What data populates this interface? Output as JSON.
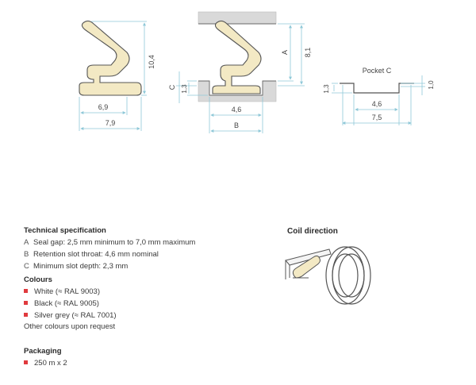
{
  "diagram": {
    "dims": {
      "height_10_4": "10,4",
      "width_6_9": "6,9",
      "width_7_9": "7,9",
      "label_a": "A",
      "height_8_1": "8,1",
      "label_c": "C",
      "height_1_3": "1,3",
      "width_4_6": "4,6",
      "label_b": "B",
      "pocket_title": "Pocket C",
      "pocket_1_3": "1,3",
      "pocket_1_0": "1,0",
      "pocket_4_6": "4,6",
      "pocket_7_5": "7,5"
    }
  },
  "tech": {
    "title": "Technical specification",
    "items": [
      {
        "letter": "A",
        "text": "Seal gap: 2,5 mm minimum to 7,0 mm maximum"
      },
      {
        "letter": "B",
        "text": "Retention slot throat: 4,6 mm nominal"
      },
      {
        "letter": "C",
        "text": "Minimum slot depth: 2,3 mm"
      }
    ]
  },
  "colours": {
    "title": "Colours",
    "items": [
      "White (≈ RAL 9003)",
      "Black (≈ RAL 9005)",
      "Silver grey (≈ RAL 7001)"
    ],
    "note": "Other colours upon request"
  },
  "packaging": {
    "title": "Packaging",
    "items": [
      "250 m x 2"
    ]
  },
  "coil": {
    "title": "Coil direction"
  },
  "colors": {
    "seal_fill": "#f3e9c4",
    "dim_line": "#8fc8d8",
    "bullet": "#e03a3e",
    "housing": "#d9d9d9"
  }
}
